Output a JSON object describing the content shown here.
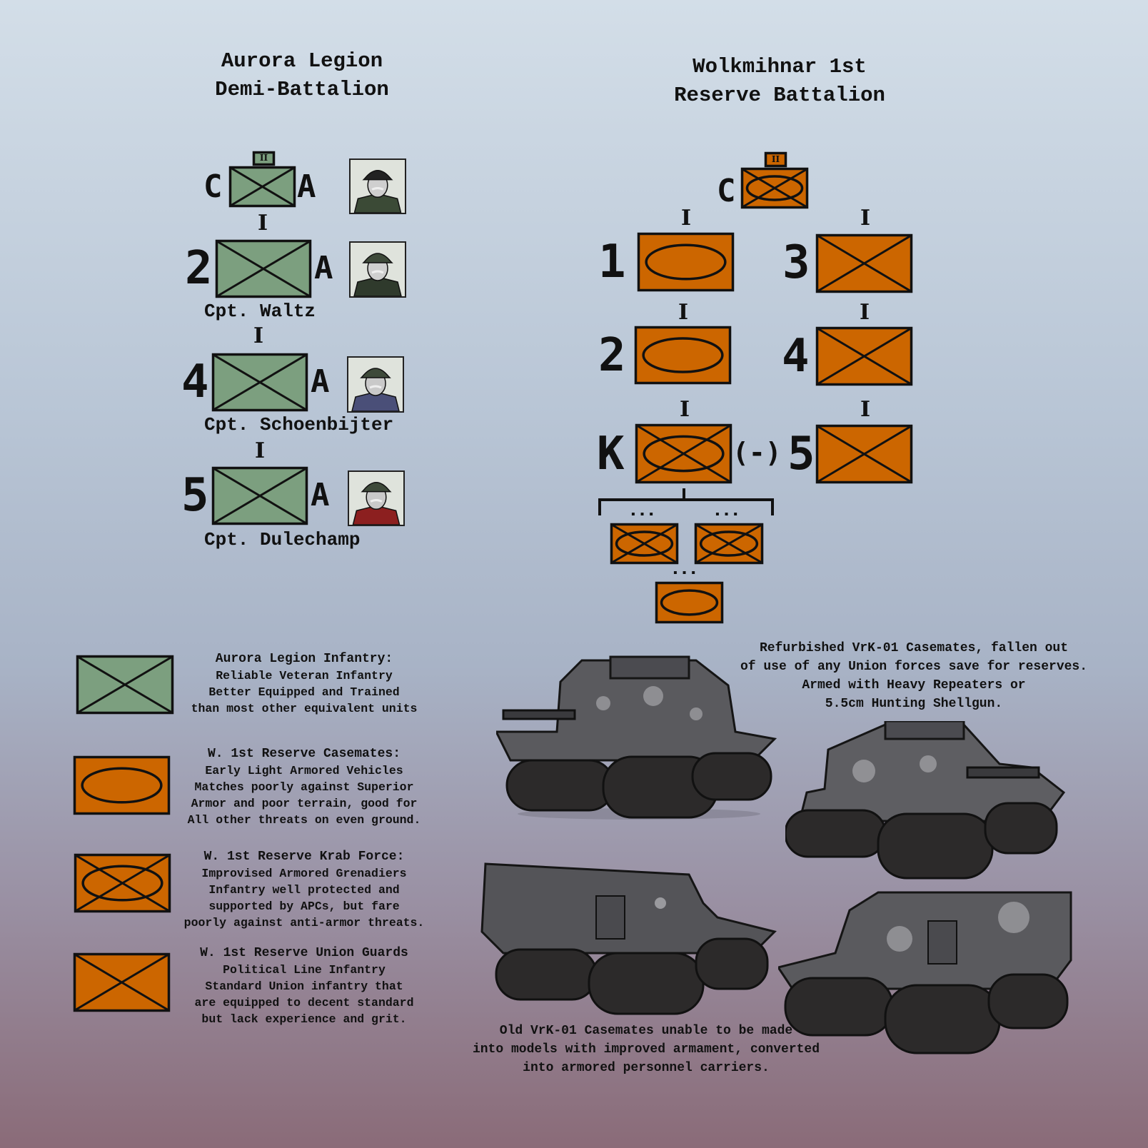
{
  "colors": {
    "aurora_green": "#7c9f7f",
    "wolk_orange": "#cc6600",
    "outline": "#111111"
  },
  "left": {
    "title": [
      "Aurora Legion",
      "Demi-Battalion"
    ],
    "hq": {
      "echelon": "II",
      "left": "C",
      "right": "A"
    },
    "connector": "I",
    "units": [
      {
        "number": "2",
        "rating": "A",
        "commander": "Cpt. Waltz"
      },
      {
        "number": "4",
        "rating": "A",
        "commander": "Cpt. Schoenbijter"
      },
      {
        "number": "5",
        "rating": "A",
        "commander": "Cpt. Dulechamp"
      }
    ]
  },
  "right": {
    "title": [
      "Wolkmihnar 1st",
      "Reserve Battalion"
    ],
    "hq": {
      "echelon": "II",
      "left": "C"
    },
    "connector": "I",
    "units": [
      {
        "number": "1"
      },
      {
        "number": "3"
      },
      {
        "number": "2"
      },
      {
        "number": "4"
      },
      {
        "number": "K",
        "suffix": "(-)"
      },
      {
        "number": "5"
      }
    ],
    "platoon_echelon": "▪▪▪"
  },
  "legend": [
    {
      "title": "Aurora Legion Infantry:",
      "lines": [
        "Reliable Veteran Infantry",
        "Better Equipped and Trained",
        "than most other equivalent units"
      ]
    },
    {
      "title": "W. 1st Reserve Casemates:",
      "lines": [
        "Early Light Armored Vehicles",
        "Matches poorly against Superior",
        "Armor and poor terrain, good for",
        "All other threats on even ground."
      ]
    },
    {
      "title": "W. 1st Reserve Krab Force:",
      "lines": [
        "Improvised Armored Grenadiers",
        "Infantry well protected and",
        "supported by APCs, but fare",
        "poorly against anti-armor threats."
      ]
    },
    {
      "title": "W. 1st Reserve Union Guards",
      "lines": [
        "Political Line Infantry",
        "Standard Union infantry that",
        "are equipped to decent standard",
        "but lack experience and grit."
      ]
    }
  ],
  "notes": {
    "refurbished": [
      "Refurbished VrK-01 Casemates, fallen out",
      "of use of any Union forces save for reserves.",
      "Armed with Heavy Repeaters or",
      "5.5cm Hunting Shellgun."
    ],
    "old": [
      "Old VrK-01 Casemates unable to be made",
      "into models with improved armament, converted",
      "into armored personnel carriers."
    ]
  }
}
